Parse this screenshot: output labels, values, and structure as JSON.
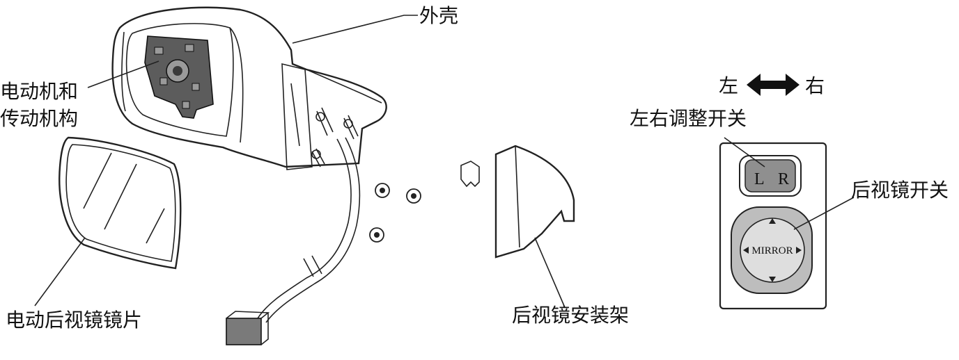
{
  "labels": {
    "shell": "外壳",
    "motor_1": "电动机和",
    "motor_2": "传动机构",
    "mirror_glass": "电动后视镜镜片",
    "mount_bracket": "后视镜安装架",
    "lr_switch": "左右调整开关",
    "mirror_switch": "后视镜开关"
  },
  "switch_panel": {
    "left": "左",
    "right": "右",
    "key_l": "L",
    "key_r": "R",
    "mirror_text": "MIRROR"
  },
  "icons": [
    "double-arrow-icon",
    "triangle-up-icon",
    "triangle-down-icon",
    "triangle-left-icon",
    "triangle-right-icon"
  ],
  "colors": {
    "line": "#222222",
    "lr_button": "#8f8f8f",
    "pad_outer": "#bdbdbd",
    "pad_inner": "#dedede",
    "connector": "#7a7a7a"
  }
}
